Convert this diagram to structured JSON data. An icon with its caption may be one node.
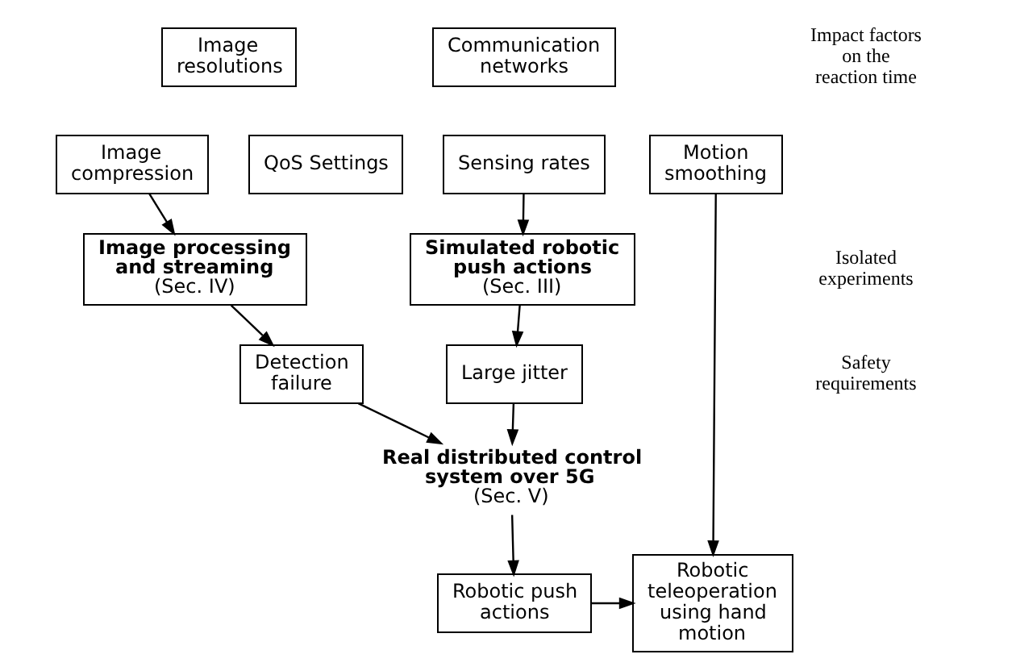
{
  "diagram": {
    "nodes": [
      {
        "text": [
          "Communication networks"
        ]
      },
      {
        "text": [
          "Sensing rates"
        ]
      },
      {
        "text": [
          "Image resolutions"
        ]
      },
      {
        "text": [
          "Image compression"
        ]
      },
      {
        "text": [
          "QoS Settings"
        ]
      },
      {
        "text": [
          "Motion smoothing"
        ]
      },
      {
        "text": [
          "Simulated robotic push actions",
          "(Sec. III)"
        ]
      },
      {
        "text": [
          "Image processing and streaming",
          "(Sec. IV)"
        ]
      },
      {
        "text": [
          "Large jitter"
        ]
      },
      {
        "text": [
          "Detection failure"
        ]
      },
      {
        "text": [
          "Real distributed control system over 5G",
          "(Sec. V)"
        ]
      },
      {
        "text": [
          "Robotic push actions"
        ]
      },
      {
        "text": [
          "Robotic teleoperation using hand motion"
        ]
      }
    ],
    "edges": [
      {
        "from": 1,
        "to": 6,
        "arrow": "to"
      },
      {
        "from": 3,
        "to": 7,
        "arrow": "to"
      },
      {
        "from": 6,
        "to": 8,
        "arrow": "to"
      },
      {
        "from": 7,
        "to": 9,
        "arrow": "to"
      },
      {
        "from": 8,
        "to": 10,
        "arrow": "to"
      },
      {
        "from": 9,
        "to": 10,
        "arrow": "to"
      },
      {
        "from": 10,
        "to": 11,
        "arrow": "to"
      },
      {
        "from": 11,
        "to": 12,
        "arrow": "to"
      },
      {
        "from": 5,
        "to": 12,
        "arrow": "to"
      }
    ],
    "labels": [
      "Impact factors on the reaction time",
      "Isolated experiments",
      "Safety requirements"
    ]
  }
}
